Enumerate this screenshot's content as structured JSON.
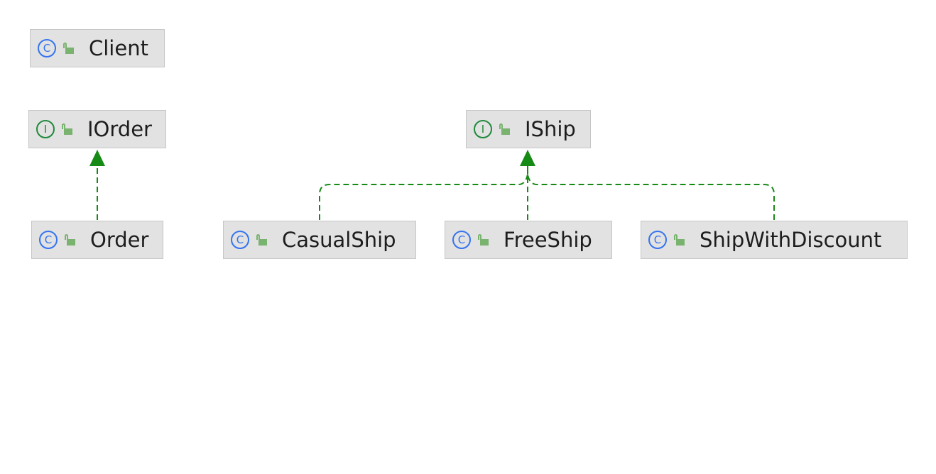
{
  "diagram": {
    "nodes": [
      {
        "id": "client",
        "kind": "class",
        "kind_glyph": "C",
        "visibility_icon": "unlocked-lock-icon",
        "label": "Client"
      },
      {
        "id": "iorder",
        "kind": "interface",
        "kind_glyph": "I",
        "visibility_icon": "unlocked-lock-icon",
        "label": "IOrder"
      },
      {
        "id": "iship",
        "kind": "interface",
        "kind_glyph": "I",
        "visibility_icon": "unlocked-lock-icon",
        "label": "IShip"
      },
      {
        "id": "order",
        "kind": "class",
        "kind_glyph": "C",
        "visibility_icon": "unlocked-lock-icon",
        "label": "Order"
      },
      {
        "id": "casualship",
        "kind": "class",
        "kind_glyph": "C",
        "visibility_icon": "unlocked-lock-icon",
        "label": "CasualShip"
      },
      {
        "id": "freeship",
        "kind": "class",
        "kind_glyph": "C",
        "visibility_icon": "unlocked-lock-icon",
        "label": "FreeShip"
      },
      {
        "id": "shipwithdiscount",
        "kind": "class",
        "kind_glyph": "C",
        "visibility_icon": "unlocked-lock-icon",
        "label": "ShipWithDiscount"
      }
    ],
    "edges": [
      {
        "from": "order",
        "to": "iorder",
        "type": "implements"
      },
      {
        "from": "casualship",
        "to": "iship",
        "type": "implements"
      },
      {
        "from": "freeship",
        "to": "iship",
        "type": "implements"
      },
      {
        "from": "shipwithdiscount",
        "to": "iship",
        "type": "implements"
      }
    ],
    "colors": {
      "class_icon": "#3574f0",
      "interface_icon": "#208a3c",
      "implements_edge": "#158a15",
      "node_fill": "#e2e2e2",
      "lock": "#79b36f"
    }
  }
}
